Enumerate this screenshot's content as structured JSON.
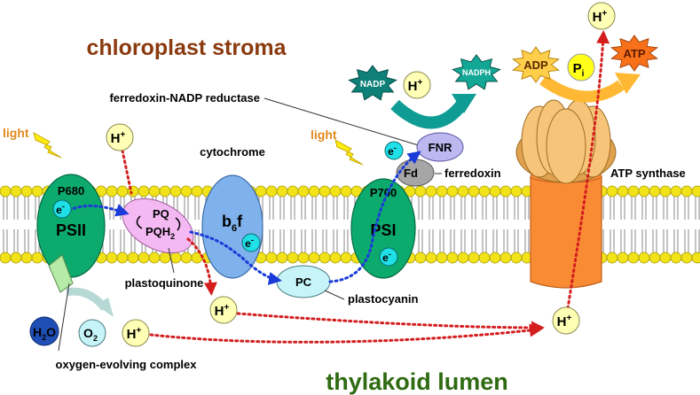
{
  "regions": {
    "stroma": "chloroplast stroma",
    "lumen": "thylakoid lumen"
  },
  "light": [
    "light",
    "light"
  ],
  "psii": {
    "name": "PSII",
    "center": "P680"
  },
  "psi": {
    "name": "PSI",
    "center": "P700"
  },
  "cytochrome": {
    "label": "cytochrome",
    "name_main": "b",
    "name_sub": "6",
    "name_tail": "f"
  },
  "plastoquinone": {
    "pq": "PQ",
    "pqh_main": "PQH",
    "pqh_sub": "2",
    "label": "plastoquinone"
  },
  "plastocyanin": {
    "short": "PC",
    "label": "plastocyanin"
  },
  "ferredoxin": {
    "short": "Fd",
    "label": "ferredoxin"
  },
  "fnr": {
    "short": "FNR",
    "label": "ferredoxin-NADP reductase"
  },
  "nadp": {
    "substrate": "NADP",
    "product": "NADPH"
  },
  "atp_synthase": {
    "label": "ATP synthase",
    "adp": "ADP",
    "pi_main": "P",
    "pi_sub": "i",
    "atp": "ATP"
  },
  "oec": {
    "label": "oxygen-evolving complex"
  },
  "water": {
    "h": "H",
    "sub": "2",
    "o": "O"
  },
  "oxygen": {
    "o": "O",
    "sub": "2"
  },
  "proton": {
    "h": "H",
    "sup": "+"
  },
  "electron": {
    "e": "e",
    "sup": "-"
  },
  "colors": {
    "stroma_title": "#8B3A0E",
    "lumen_title": "#2E6B12",
    "light_label": "#E08A1E",
    "photosystem": "#0DAA6E",
    "cytochrome": "#7FB2EC",
    "plastoquinone": "#F4B8F2",
    "plastocyanin": "#C6F4F8",
    "electron": "#1EE0E6",
    "proton": "#FFFFB5",
    "atp_synthase_stalk": "#F98B35",
    "atp_synthase_head": "#F7C57A",
    "electron_path": "#1A3AD9",
    "proton_path": "#D41E1E",
    "nadp_arrow": "#0E9C94",
    "atp_arrow": "#FFB833",
    "lipid_head": "#F2E21A"
  }
}
